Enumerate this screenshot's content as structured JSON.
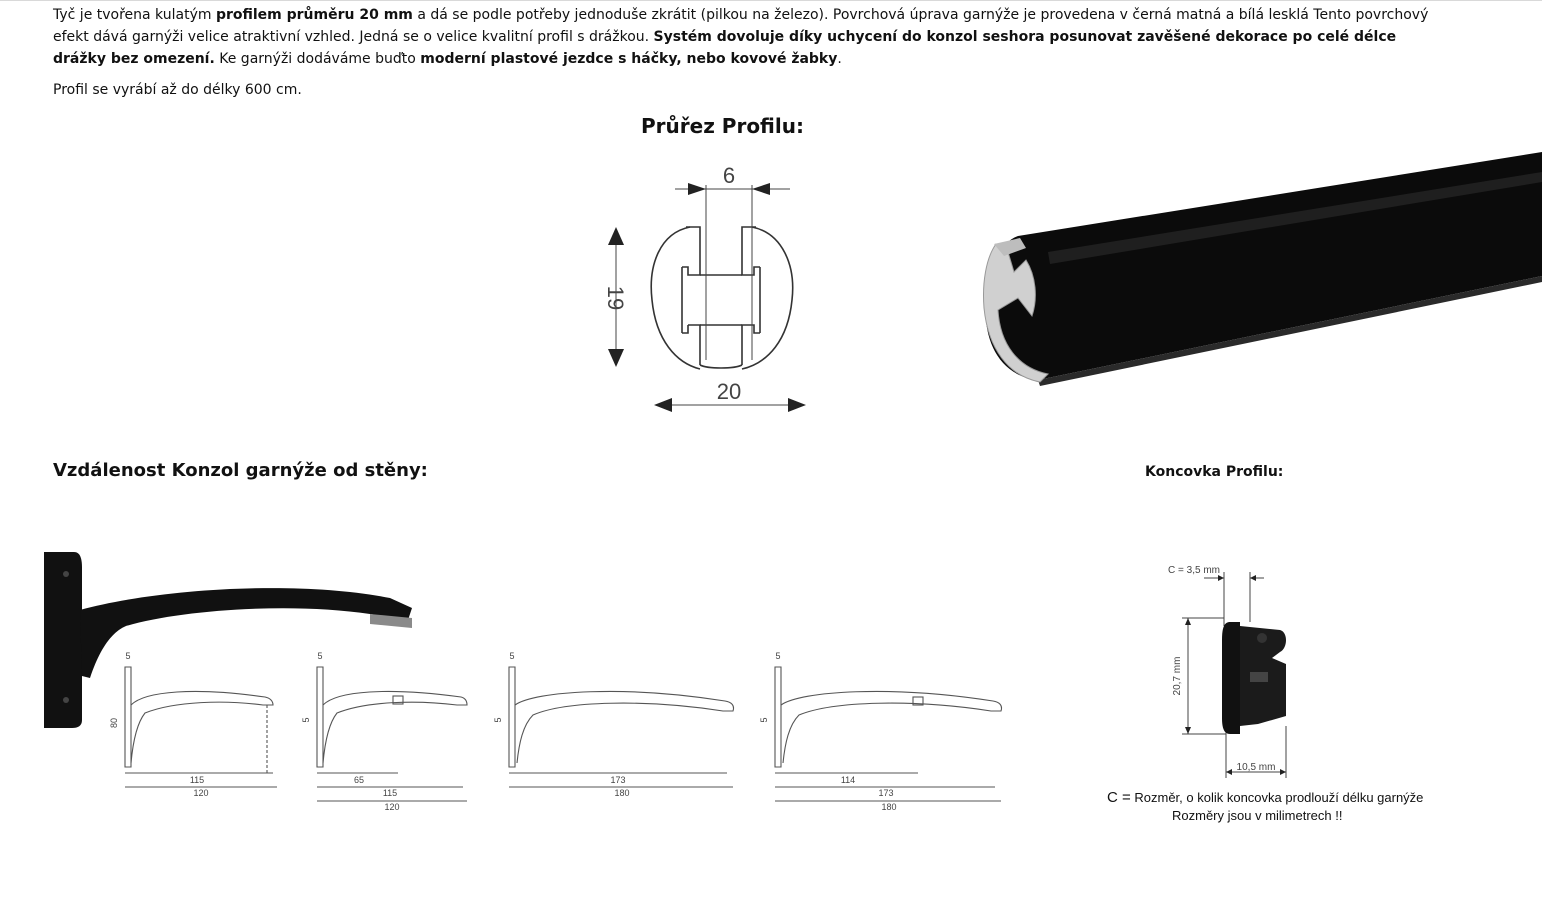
{
  "intro": {
    "p1_t1": "Tyč je tvořena kulatým ",
    "p1_b1": "profilem průměru 20 mm",
    "p1_t2": " a dá se podle potřeby jednoduše zkrátit (pilkou na železo). Povrchová úprava garnýže je provedena v černá matná a bílá lesklá Tento povrchový efekt dává garnýži velice atraktivní vzhled. Jedná se o velice kvalitní profil s drážkou. ",
    "p1_b2": "Systém dovoluje díky uchycení do konzol seshora posunovat zavěšené dekorace po celé délce drážky bez omezení.",
    "p1_t3": " Ke garnýži dodáváme buďto ",
    "p1_b3": "moderní plastové jezdce s háčky, nebo kovové žabky",
    "p1_t4": ".",
    "p2": "Profil se vyrábí až do délky 600 cm."
  },
  "profile_section": {
    "heading": "Průřez Profilu:",
    "dim_width_slot": "6",
    "dim_height": "19",
    "dim_diameter": "20"
  },
  "brackets_section": {
    "heading": "Vzdálenost Konzol garnýže od stěny:",
    "bracket1": {
      "top": "5",
      "side": "80",
      "inner": "115",
      "outer": "120"
    },
    "bracket2": {
      "top": "5",
      "side": "5",
      "mid": "65",
      "inner": "115",
      "outer": "120"
    },
    "bracket3": {
      "top": "5",
      "side": "5",
      "inner": "173",
      "outer": "180"
    },
    "bracket4": {
      "top": "5",
      "side": "5",
      "mid": "114",
      "inner": "173",
      "outer": "180"
    }
  },
  "endcap_section": {
    "heading": "Koncovka Profilu:",
    "dim_c": "C = 3,5 mm",
    "dim_height": "20,7 mm",
    "dim_depth": "10,5 mm",
    "note_c_symbol": "C =",
    "note_c_text": " Rozměr, o kolik koncovka prodlouží délku garnýže",
    "note_units": "Rozměry jsou v milimetrech !!"
  },
  "colors": {
    "text": "#111111",
    "rail": "#0b0b0b",
    "rail_inner": "#d8d8d8",
    "drawing": "#555555"
  }
}
